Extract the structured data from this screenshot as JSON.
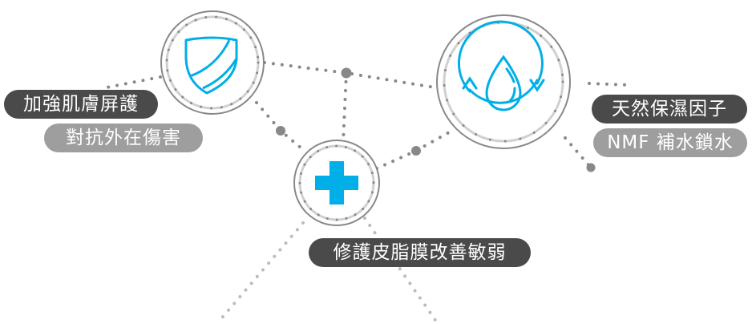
{
  "colors": {
    "accent": "#00aee8",
    "dark_pill": "#4a4a4a",
    "light_pill": "#9e9e9e",
    "dots": "#888888"
  },
  "nodes": [
    {
      "icon": "shield-icon",
      "labels": [
        "加強肌膚屏護",
        "對抗外在傷害"
      ]
    },
    {
      "icon": "water-drop-cycle-icon",
      "labels": [
        "天然保濕因子",
        "NMF 補水鎖水"
      ]
    },
    {
      "icon": "plus-icon",
      "labels": [
        "修護皮脂膜改善敏弱"
      ]
    }
  ]
}
